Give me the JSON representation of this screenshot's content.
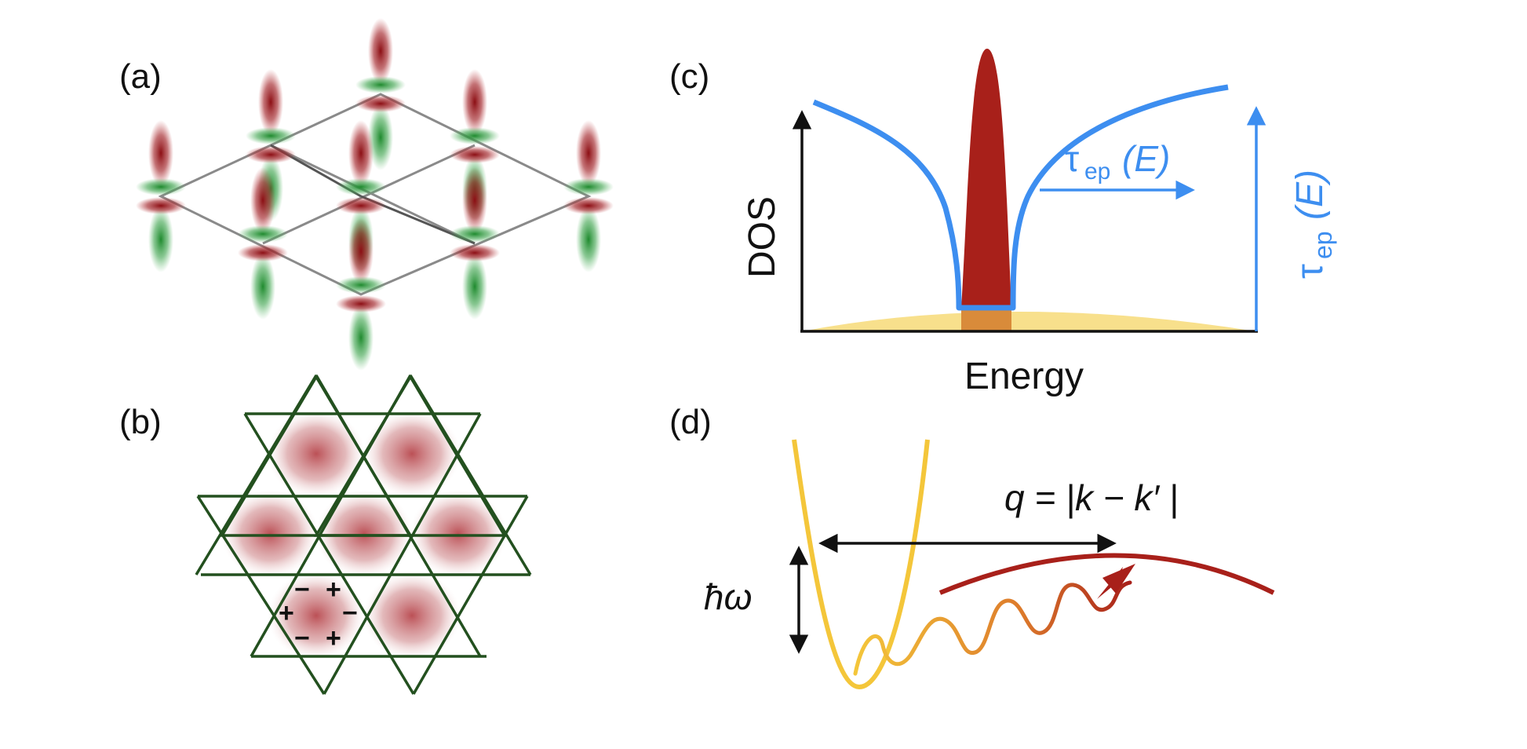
{
  "panels": {
    "a": {
      "label": "(a)"
    },
    "b": {
      "label": "(b)",
      "signs": [
        "−",
        "+",
        "+",
        "−",
        "−",
        "+"
      ]
    },
    "c": {
      "label": "(c)",
      "ylabel": "DOS",
      "xlabel": "Energy",
      "tau_main": "τ",
      "tau_sub": "ep",
      "tau_arg": "(E)",
      "colors": {
        "tau": "#3d8ef0",
        "peak": "#a8201a",
        "band": "#f8e08c",
        "overlap": "#d98b3a"
      }
    },
    "d": {
      "label": "(d)",
      "q_text": "q = |k − k′ |",
      "hbar_omega": "ħω",
      "colors": {
        "parabola": "#f4c63a",
        "band": "#a8201a"
      }
    }
  }
}
